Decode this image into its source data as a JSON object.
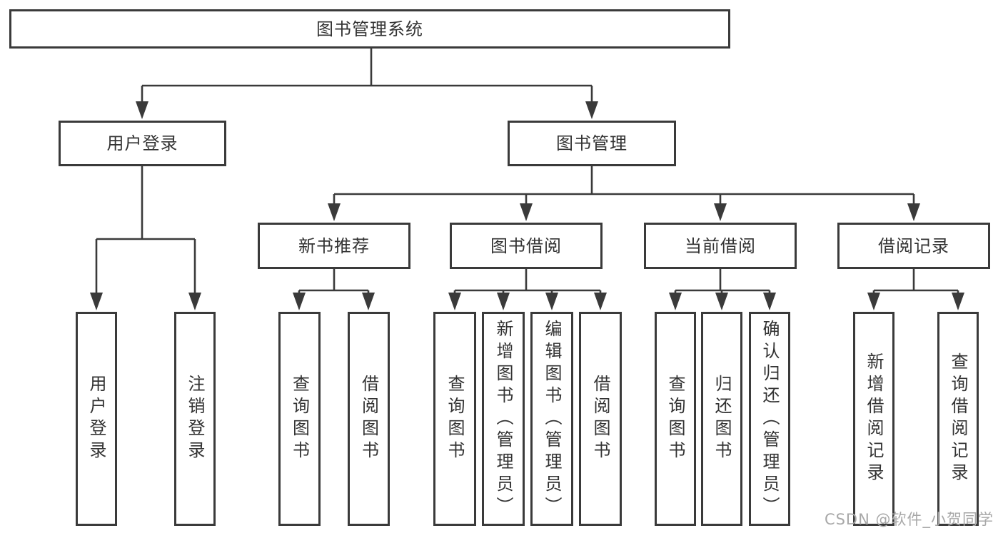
{
  "colors": {
    "background": "#ffffff",
    "line": "#3a3a3a",
    "box_border": "#3a3a3a",
    "text": "#333333",
    "watermark_text_color": "#a8a8a8"
  },
  "tree": {
    "label": "图书管理系统",
    "children": [
      {
        "label": "用户登录",
        "children": [
          {
            "label": "用户登录"
          },
          {
            "label": "注销登录"
          }
        ]
      },
      {
        "label": "图书管理",
        "children": [
          {
            "label": "新书推荐",
            "children": [
              {
                "label": "查询图书"
              },
              {
                "label": "借阅图书"
              }
            ]
          },
          {
            "label": "图书借阅",
            "children": [
              {
                "label": "查询图书"
              },
              {
                "label": "新增图书（管理员）"
              },
              {
                "label": "编辑图书（管理员）"
              },
              {
                "label": "借阅图书"
              }
            ]
          },
          {
            "label": "当前借阅",
            "children": [
              {
                "label": "查询图书"
              },
              {
                "label": "归还图书"
              },
              {
                "label": "确认归还（管理员）"
              }
            ]
          },
          {
            "label": "借阅记录",
            "children": [
              {
                "label": "新增借阅记录"
              },
              {
                "label": "查询借阅记录"
              }
            ]
          }
        ]
      }
    ]
  },
  "watermark": {
    "text": "CSDN @软件_小贺同学"
  }
}
